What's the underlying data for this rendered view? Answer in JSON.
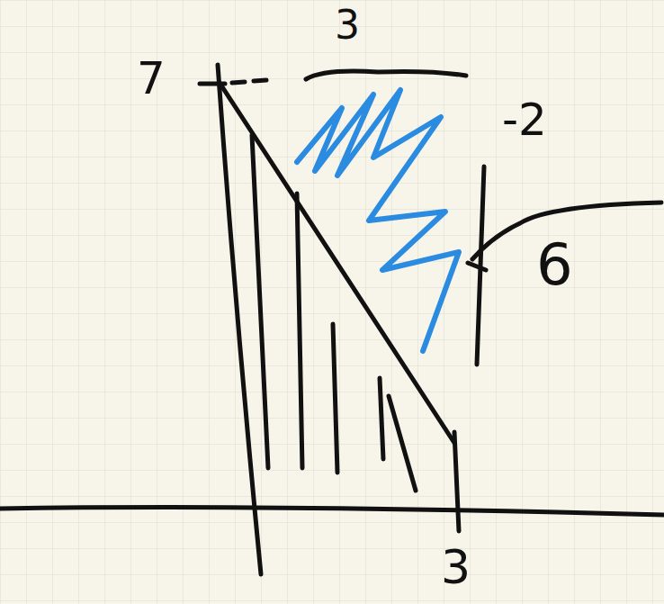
{
  "diagram": {
    "labels": [
      "7",
      "3",
      "-2",
      "6",
      "3"
    ]
  }
}
